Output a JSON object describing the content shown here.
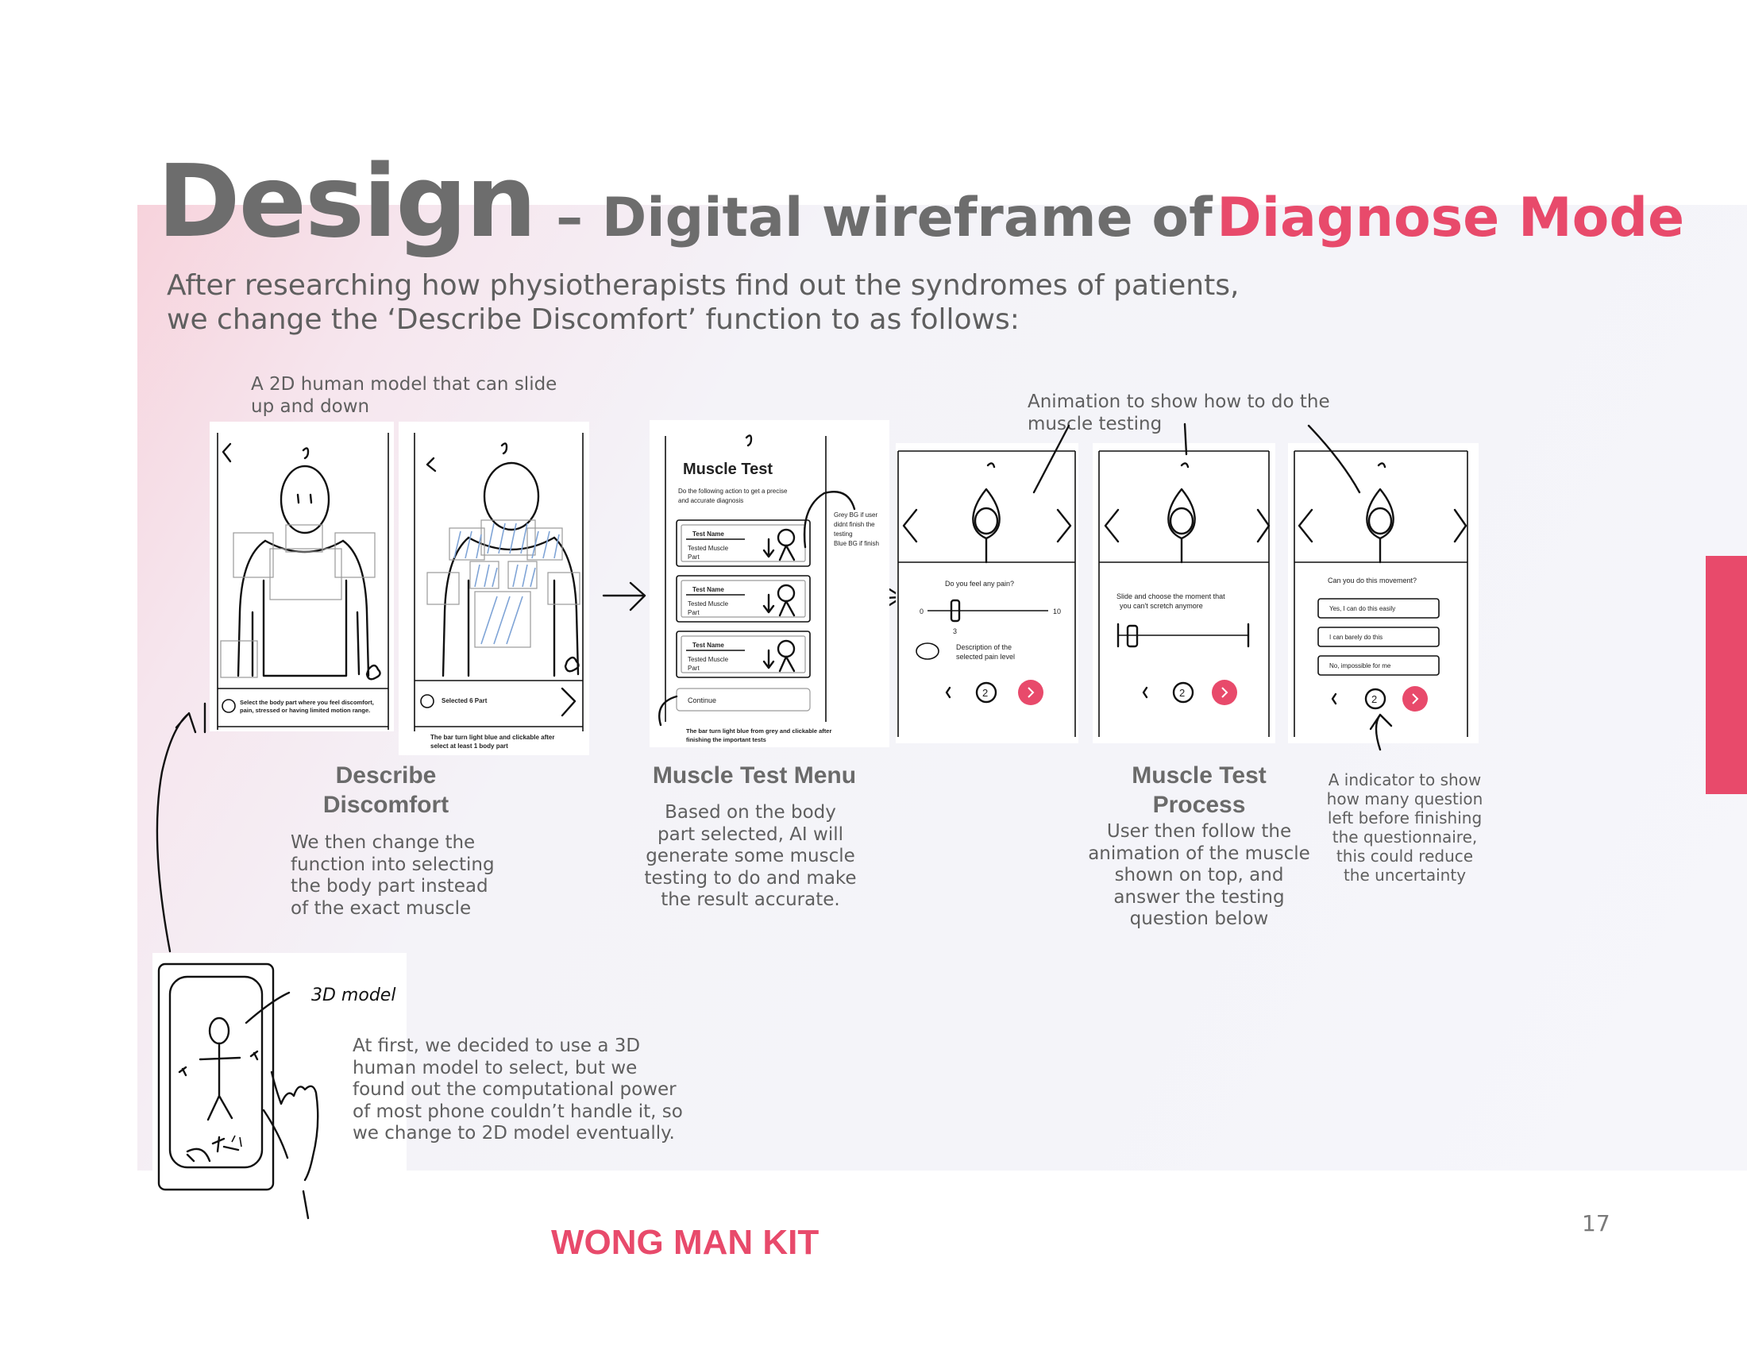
{
  "title": {
    "design": "Design",
    "subtitle": "– Digital wireframe of",
    "highlight": "Diagnose Mode"
  },
  "intro": "After researching how physiotherapists find out the syndromes of patients, we change the ‘Describe Discomfort’ function to as follows:",
  "annotations": {
    "model_2d": "A 2D human model that can slide up and down",
    "animation": "Animation to show how to do the muscle testing",
    "indicator": "A indicator to show how many question left before finishing the questionnaire, this could reduce the uncertainty"
  },
  "sections": {
    "describe": {
      "heading": "Describe Discomfort",
      "text": "We then change the function into selecting the body part instead of the exact muscle"
    },
    "menu": {
      "heading": "Muscle Test Menu",
      "text": "Based on the body part selected, AI will generate some muscle testing to do and make the result accurate."
    },
    "process": {
      "heading": "Muscle Test Process",
      "text": "User then follow the animation of the muscle shown on top, and answer the testing question below"
    }
  },
  "sketch_3d": {
    "label": "3D model",
    "text": "At first, we decided to use a 3D human model to select, but we found out the computational power of most phone couldn’t handle it, so we change to 2D model eventually."
  },
  "wireframes": {
    "screen1": {
      "footer": [
        "Select the body part where you feel discomfort,",
        "pain, stressed or having limited motion range."
      ]
    },
    "screen2": {
      "footer": "Selected 6 Part",
      "caption": [
        "The bar turn light blue and clickable after",
        "select at least 1 body part"
      ]
    },
    "screen3": {
      "title": "Muscle Test",
      "subtitle": [
        "Do the following action to get a precise",
        "and accurate diagnosis"
      ],
      "card_title": "Test Name",
      "card_sub": [
        "Tested Muscle",
        "Part"
      ],
      "button": "Continue",
      "side_note": [
        "Grey BG if user",
        "didnt finish the",
        "testing",
        "Blue BG if finish"
      ],
      "caption": [
        "The bar turn light blue from grey and clickable after",
        "finishing the important tests"
      ]
    },
    "screen4": {
      "question": "Do you feel any pain?",
      "min": "0",
      "max": "10",
      "value": "3",
      "pain_label": [
        "Description of the",
        "selected pain level"
      ],
      "step": "2"
    },
    "screen5": {
      "question": [
        "Slide and choose the moment that",
        "you can't scretch anymore"
      ],
      "step": "2"
    },
    "screen6": {
      "question": "Can you do this movement?",
      "options": [
        "Yes, I can do this easily",
        "I can barely do this",
        "No, impossible for me"
      ],
      "step": "2"
    }
  },
  "footer": {
    "author": "WONG MAN KIT",
    "page": "17"
  },
  "colors": {
    "accent": "#e84a6b",
    "title_gray": "#6d6d6d",
    "selection_blue": "#7fa4d6"
  }
}
